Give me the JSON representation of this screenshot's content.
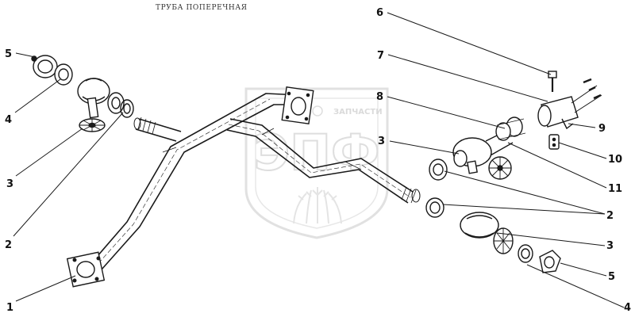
{
  "title": "ТРУБА ПОПЕРЕЧНАЯ",
  "watermark": {
    "brand": "ЭПФ",
    "caption": "ЗАПЧАСТИ"
  },
  "callouts": [
    {
      "id": "c1",
      "label": "1"
    },
    {
      "id": "c2l",
      "label": "2"
    },
    {
      "id": "c3l",
      "label": "3"
    },
    {
      "id": "c4l",
      "label": "4"
    },
    {
      "id": "c5l",
      "label": "5"
    },
    {
      "id": "c6",
      "label": "6"
    },
    {
      "id": "c7",
      "label": "7"
    },
    {
      "id": "c8",
      "label": "8"
    },
    {
      "id": "c3m",
      "label": "3"
    },
    {
      "id": "c9",
      "label": "9"
    },
    {
      "id": "c10",
      "label": "10"
    },
    {
      "id": "c11",
      "label": "11"
    },
    {
      "id": "c2r",
      "label": "2"
    },
    {
      "id": "c3r",
      "label": "3"
    },
    {
      "id": "c5r",
      "label": "5"
    },
    {
      "id": "c4r",
      "label": "4"
    }
  ],
  "colors": {
    "line": "#1a1a1a",
    "watermark": "#c9c9c9",
    "background": "#ffffff"
  }
}
